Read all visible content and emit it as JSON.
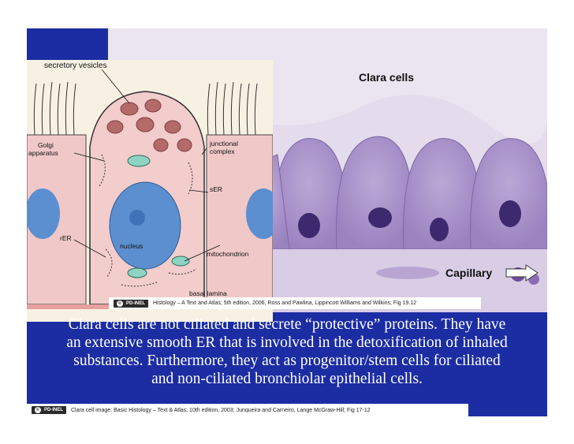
{
  "micrograph": {
    "title": "Clara cells",
    "capillary_label": "Capillary"
  },
  "diagram_labels": {
    "secretory_vesicles": "secretory vesicles",
    "golgi": "Golgi",
    "apparatus": "apparatus",
    "junctional": "junctional",
    "complex": "complex",
    "ser": "sER",
    "nucleus": "nucleus",
    "rer": "rER",
    "mitochondrion": "mitochondrion",
    "basal_lamina": "basal lamina"
  },
  "caption1": {
    "badge": "PD-INEL",
    "text": "Histology – A Text and Atlas; 5th edition, 2006, Ross and Pawlina, Lippincott Williams and Wilkins; Fig 19.12"
  },
  "body_text": {
    "line1": "Clara cells are not ciliated and secrete “protective” proteins. They have",
    "line2": "an extensive smooth ER that is involved in the detoxification of inhaled",
    "line3": "substances.  Furthermore, they act as progenitor/stem cells for ciliated",
    "line4": "and non-ciliated bronchiolar epithelial cells."
  },
  "caption2": {
    "badge": "PD-INEL",
    "text": "Clara cell image: Basic Histology – Text & Atlas; 10th edition, 2003; Junqueira and Carneiro, Lange McGraw-Hill; Fig 17-12"
  },
  "colors": {
    "slide_background": "#1c2da3",
    "body_text": "#ffffff"
  }
}
